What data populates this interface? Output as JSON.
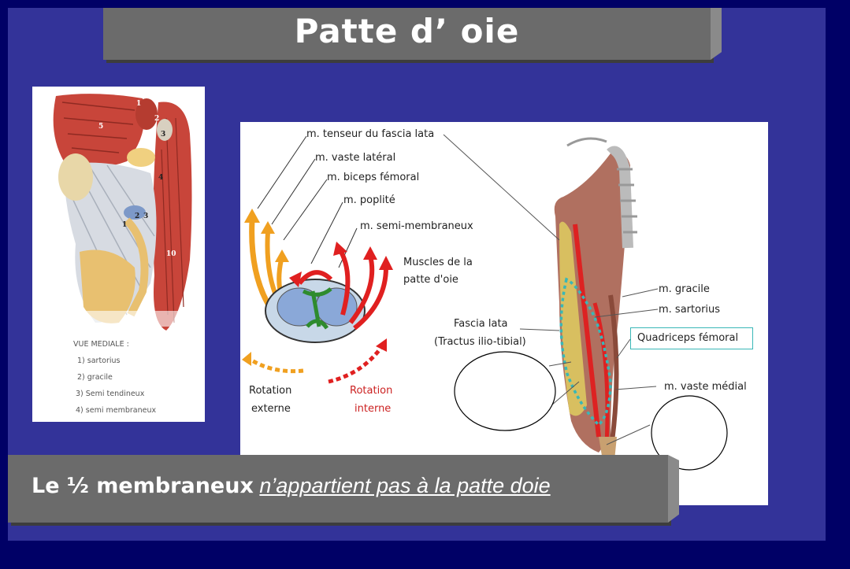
{
  "title": "Patte d’ oie",
  "left_figure": {
    "numbers": [
      "1",
      "2",
      "3",
      "4",
      "5",
      "10",
      "1",
      "2",
      "3"
    ],
    "legend_heading": "VUE MEDIALE :",
    "legend_items": [
      "1) sartorius",
      "2) gracile",
      "3) Semi tendineux",
      "4) semi membraneux"
    ]
  },
  "right_figure": {
    "labels": {
      "tenseur": "m. tenseur du fascia lata",
      "vaste_lateral": "m. vaste latéral",
      "biceps": "m. biceps fémoral",
      "poplite": "m. poplité",
      "semi_membraneux": "m. semi-membraneux",
      "muscles_patte_1": "Muscles de la",
      "muscles_patte_2": "patte d'oie",
      "rotation_externe_1": "Rotation",
      "rotation_externe_2": "externe",
      "rotation_interne_1": "Rotation",
      "rotation_interne_2": "interne",
      "fascia_lata_1": "Fascia lata",
      "fascia_lata_2": "(Tractus ilio-tibial)",
      "gracile": "m. gracile",
      "sartorius": "m. sartorius",
      "quadriceps": "Quadriceps fémoral",
      "vaste_medial": "m. vaste médial"
    }
  },
  "banner": {
    "bold_text": "Le ½ membraneux",
    "italic_text": "n’appartient pas à la patte doie"
  },
  "colors": {
    "slide_bg": "#333399",
    "frame": "#000066",
    "bar_grey": "#6b6b6b",
    "arrow_orange": "#f0a020",
    "arrow_red": "#e02020",
    "dotted_teal": "#39b7b7"
  }
}
